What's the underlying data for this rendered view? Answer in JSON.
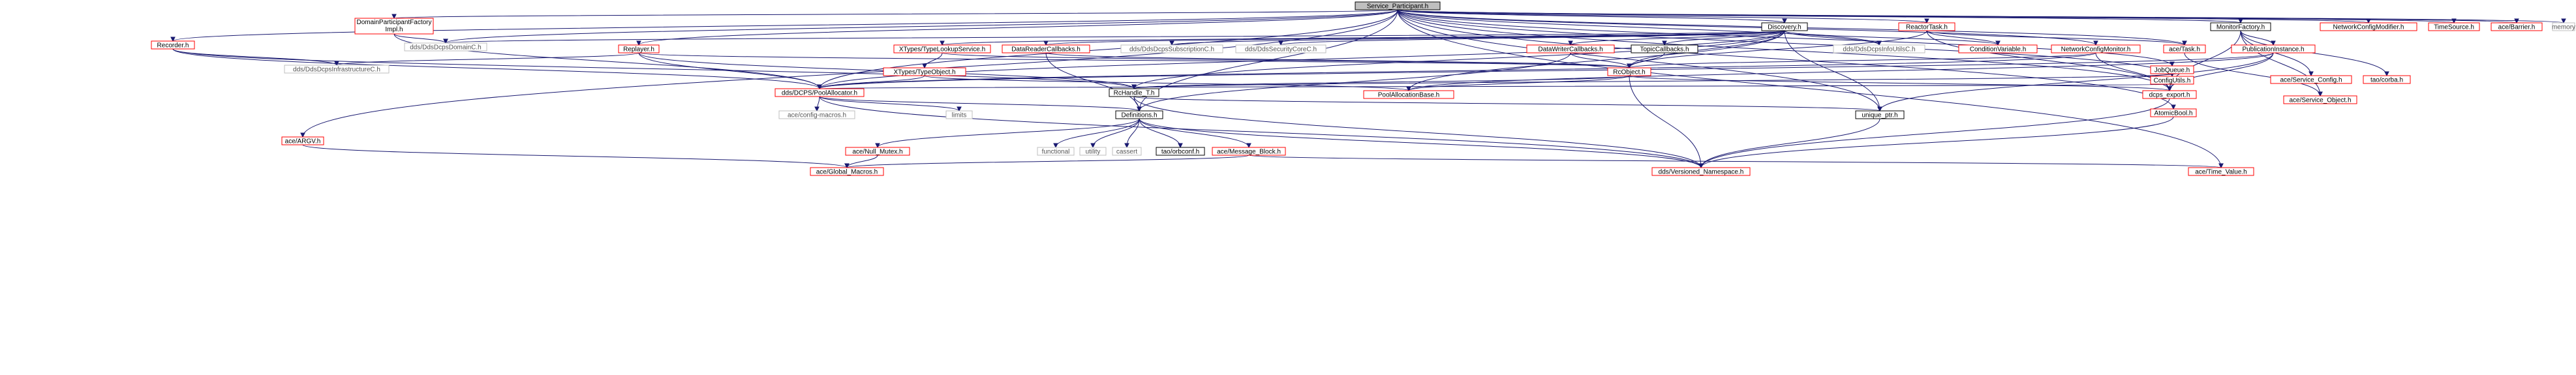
{
  "graph": {
    "type": "include-dependency-graph",
    "colors": {
      "edge": "#191970",
      "root_fill": "#bfbfbf",
      "link_border": "#ff0000",
      "plain_border": "#000000",
      "external_border": "#bfbfbf",
      "external_text": "#555555"
    },
    "nodes": [
      {
        "id": "service_participant",
        "label": "Service_Participant.h",
        "kind": "root"
      },
      {
        "id": "domain_participant_factory",
        "label": "DomainParticipantFactory",
        "label2": "Impl.h",
        "kind": "link"
      },
      {
        "id": "dds_dcps_domain_c",
        "label": "dds/DdsDcpsDomainC.h",
        "kind": "external"
      },
      {
        "id": "discovery",
        "label": "Discovery.h",
        "kind": "plain"
      },
      {
        "id": "reactor_task",
        "label": "ReactorTask.h",
        "kind": "link"
      },
      {
        "id": "monitor_factory",
        "label": "MonitorFactory.h",
        "kind": "plain"
      },
      {
        "id": "network_config_modifier",
        "label": "NetworkConfigModifier.h",
        "kind": "link"
      },
      {
        "id": "time_source",
        "label": "TimeSource.h",
        "kind": "link"
      },
      {
        "id": "ace_barrier",
        "label": "ace/Barrier.h",
        "kind": "link"
      },
      {
        "id": "memory",
        "label": "memory",
        "kind": "external"
      },
      {
        "id": "recorder",
        "label": "Recorder.h",
        "kind": "link"
      },
      {
        "id": "replayer",
        "label": "Replayer.h",
        "kind": "link"
      },
      {
        "id": "dds_dcps_infrastructure_c",
        "label": "dds/DdsDcpsInfrastructureC.h",
        "kind": "external"
      },
      {
        "id": "xtypes_lookup_service",
        "label": "XTypes/TypeLookupService.h",
        "kind": "link"
      },
      {
        "id": "data_reader_callbacks",
        "label": "DataReaderCallbacks.h",
        "kind": "link"
      },
      {
        "id": "dds_dcps_subscription_c",
        "label": "dds/DdsDcpsSubscriptionC.h",
        "kind": "external"
      },
      {
        "id": "dds_security_core_c",
        "label": "dds/DdsSecurityCoreC.h",
        "kind": "external"
      },
      {
        "id": "data_writer_callbacks",
        "label": "DataWriterCallbacks.h",
        "kind": "link"
      },
      {
        "id": "topic_callbacks",
        "label": "TopicCallbacks.h",
        "kind": "plain"
      },
      {
        "id": "dds_dcps_info_utils_c",
        "label": "dds/DdsDcpsInfoUtilsC.h",
        "kind": "external"
      },
      {
        "id": "condition_variable",
        "label": "ConditionVariable.h",
        "kind": "link"
      },
      {
        "id": "network_config_monitor",
        "label": "NetworkConfigMonitor.h",
        "kind": "link"
      },
      {
        "id": "publication_instance",
        "label": "PublicationInstance.h",
        "kind": "link"
      },
      {
        "id": "ace_task",
        "label": "ace/Task.h",
        "kind": "link"
      },
      {
        "id": "ace_service_config",
        "label": "ace/Service_Config.h",
        "kind": "link"
      },
      {
        "id": "tao_corba",
        "label": "tao/corba.h",
        "kind": "link"
      },
      {
        "id": "ace_service_object",
        "label": "ace/Service_Object.h",
        "kind": "link"
      },
      {
        "id": "xtypes_type_object",
        "label": "XTypes/TypeObject.h",
        "kind": "link"
      },
      {
        "id": "rc_object",
        "label": "RcObject.h",
        "kind": "link"
      },
      {
        "id": "job_queue",
        "label": "JobQueue.h",
        "kind": "link"
      },
      {
        "id": "config_utils",
        "label": "ConfigUtils.h",
        "kind": "link"
      },
      {
        "id": "pool_allocation_base",
        "label": "PoolAllocationBase.h",
        "kind": "link"
      },
      {
        "id": "dcps_export",
        "label": "dcps_export.h",
        "kind": "link"
      },
      {
        "id": "dds_dcps_pool_allocator",
        "label": "dds/DCPS/PoolAllocator.h",
        "kind": "link"
      },
      {
        "id": "rc_handle_t",
        "label": "RcHandle_T.h",
        "kind": "plain"
      },
      {
        "id": "atomic_bool",
        "label": "AtomicBool.h",
        "kind": "link"
      },
      {
        "id": "ace_config_macros",
        "label": "ace/config-macros.h",
        "kind": "external"
      },
      {
        "id": "limits",
        "label": "limits",
        "kind": "external"
      },
      {
        "id": "definitions",
        "label": "Definitions.h",
        "kind": "plain"
      },
      {
        "id": "unique_ptr",
        "label": "unique_ptr.h",
        "kind": "plain"
      },
      {
        "id": "ace_argv",
        "label": "ace/ARGV.h",
        "kind": "link"
      },
      {
        "id": "ace_null_mutex",
        "label": "ace/Null_Mutex.h",
        "kind": "link"
      },
      {
        "id": "functional",
        "label": "functional",
        "kind": "external"
      },
      {
        "id": "utility",
        "label": "utility",
        "kind": "external"
      },
      {
        "id": "cassert",
        "label": "cassert",
        "kind": "external"
      },
      {
        "id": "tao_orbconf",
        "label": "tao/orbconf.h",
        "kind": "plain"
      },
      {
        "id": "ace_message_block",
        "label": "ace/Message_Block.h",
        "kind": "link"
      },
      {
        "id": "dds_versioned_namespace",
        "label": "dds/Versioned_Namespace.h",
        "kind": "link"
      },
      {
        "id": "ace_global_macros",
        "label": "ace/Global_Macros.h",
        "kind": "link"
      },
      {
        "id": "ace_time_value",
        "label": "ace/Time_Value.h",
        "kind": "link"
      }
    ]
  }
}
